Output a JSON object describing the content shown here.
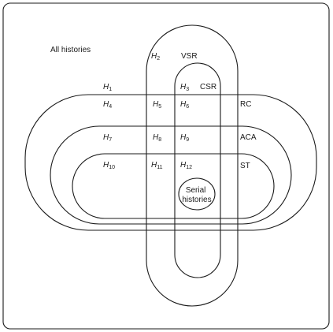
{
  "diagram": {
    "outer_label": "All histories",
    "classes": {
      "vsr": "VSR",
      "csr": "CSR",
      "rc": "RC",
      "aca": "ACA",
      "st": "ST"
    },
    "serial": {
      "line1": "Serial",
      "line2": "histories"
    },
    "regions": [
      {
        "base": "H",
        "sub": "1"
      },
      {
        "base": "H",
        "sub": "2"
      },
      {
        "base": "H",
        "sub": "3"
      },
      {
        "base": "H",
        "sub": "4"
      },
      {
        "base": "H",
        "sub": "5"
      },
      {
        "base": "H",
        "sub": "6"
      },
      {
        "base": "H",
        "sub": "7"
      },
      {
        "base": "H",
        "sub": "8"
      },
      {
        "base": "H",
        "sub": "9"
      },
      {
        "base": "H",
        "sub": "10"
      },
      {
        "base": "H",
        "sub": "11"
      },
      {
        "base": "H",
        "sub": "12"
      }
    ]
  }
}
